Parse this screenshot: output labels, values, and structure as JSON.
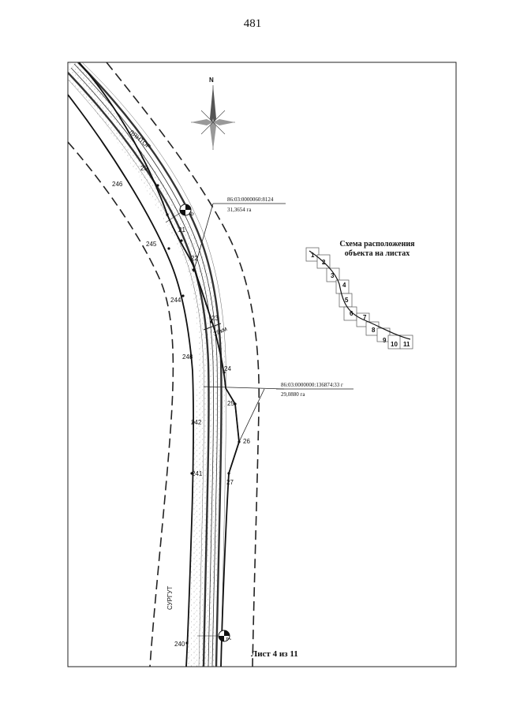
{
  "page_number": "481",
  "north_label": "N",
  "directions": {
    "top": "ЛЯНТОР",
    "bottom": "СУРГУТ"
  },
  "km_label": "28км",
  "parcels": [
    {
      "cadastral": "86:03:0000060:8124",
      "area": "31,3654 га"
    },
    {
      "cadastral": "86:03:0000000:136874:33 г",
      "area": "29,0880 га"
    }
  ],
  "markers": [
    "8",
    "7"
  ],
  "right_points": [
    "20",
    "21",
    "22",
    "23",
    "24",
    "25",
    "26",
    "27"
  ],
  "left_points": [
    "246",
    "245",
    "244",
    "243",
    "242",
    "241",
    "240"
  ],
  "inset": {
    "title_line1": "Схема расположения",
    "title_line2": "объекта на листах",
    "sheets": [
      "1",
      "2",
      "3",
      "4",
      "5",
      "6",
      "7",
      "8",
      "9",
      "10",
      "11"
    ]
  },
  "sheet_label": "Лист 4 из 11"
}
